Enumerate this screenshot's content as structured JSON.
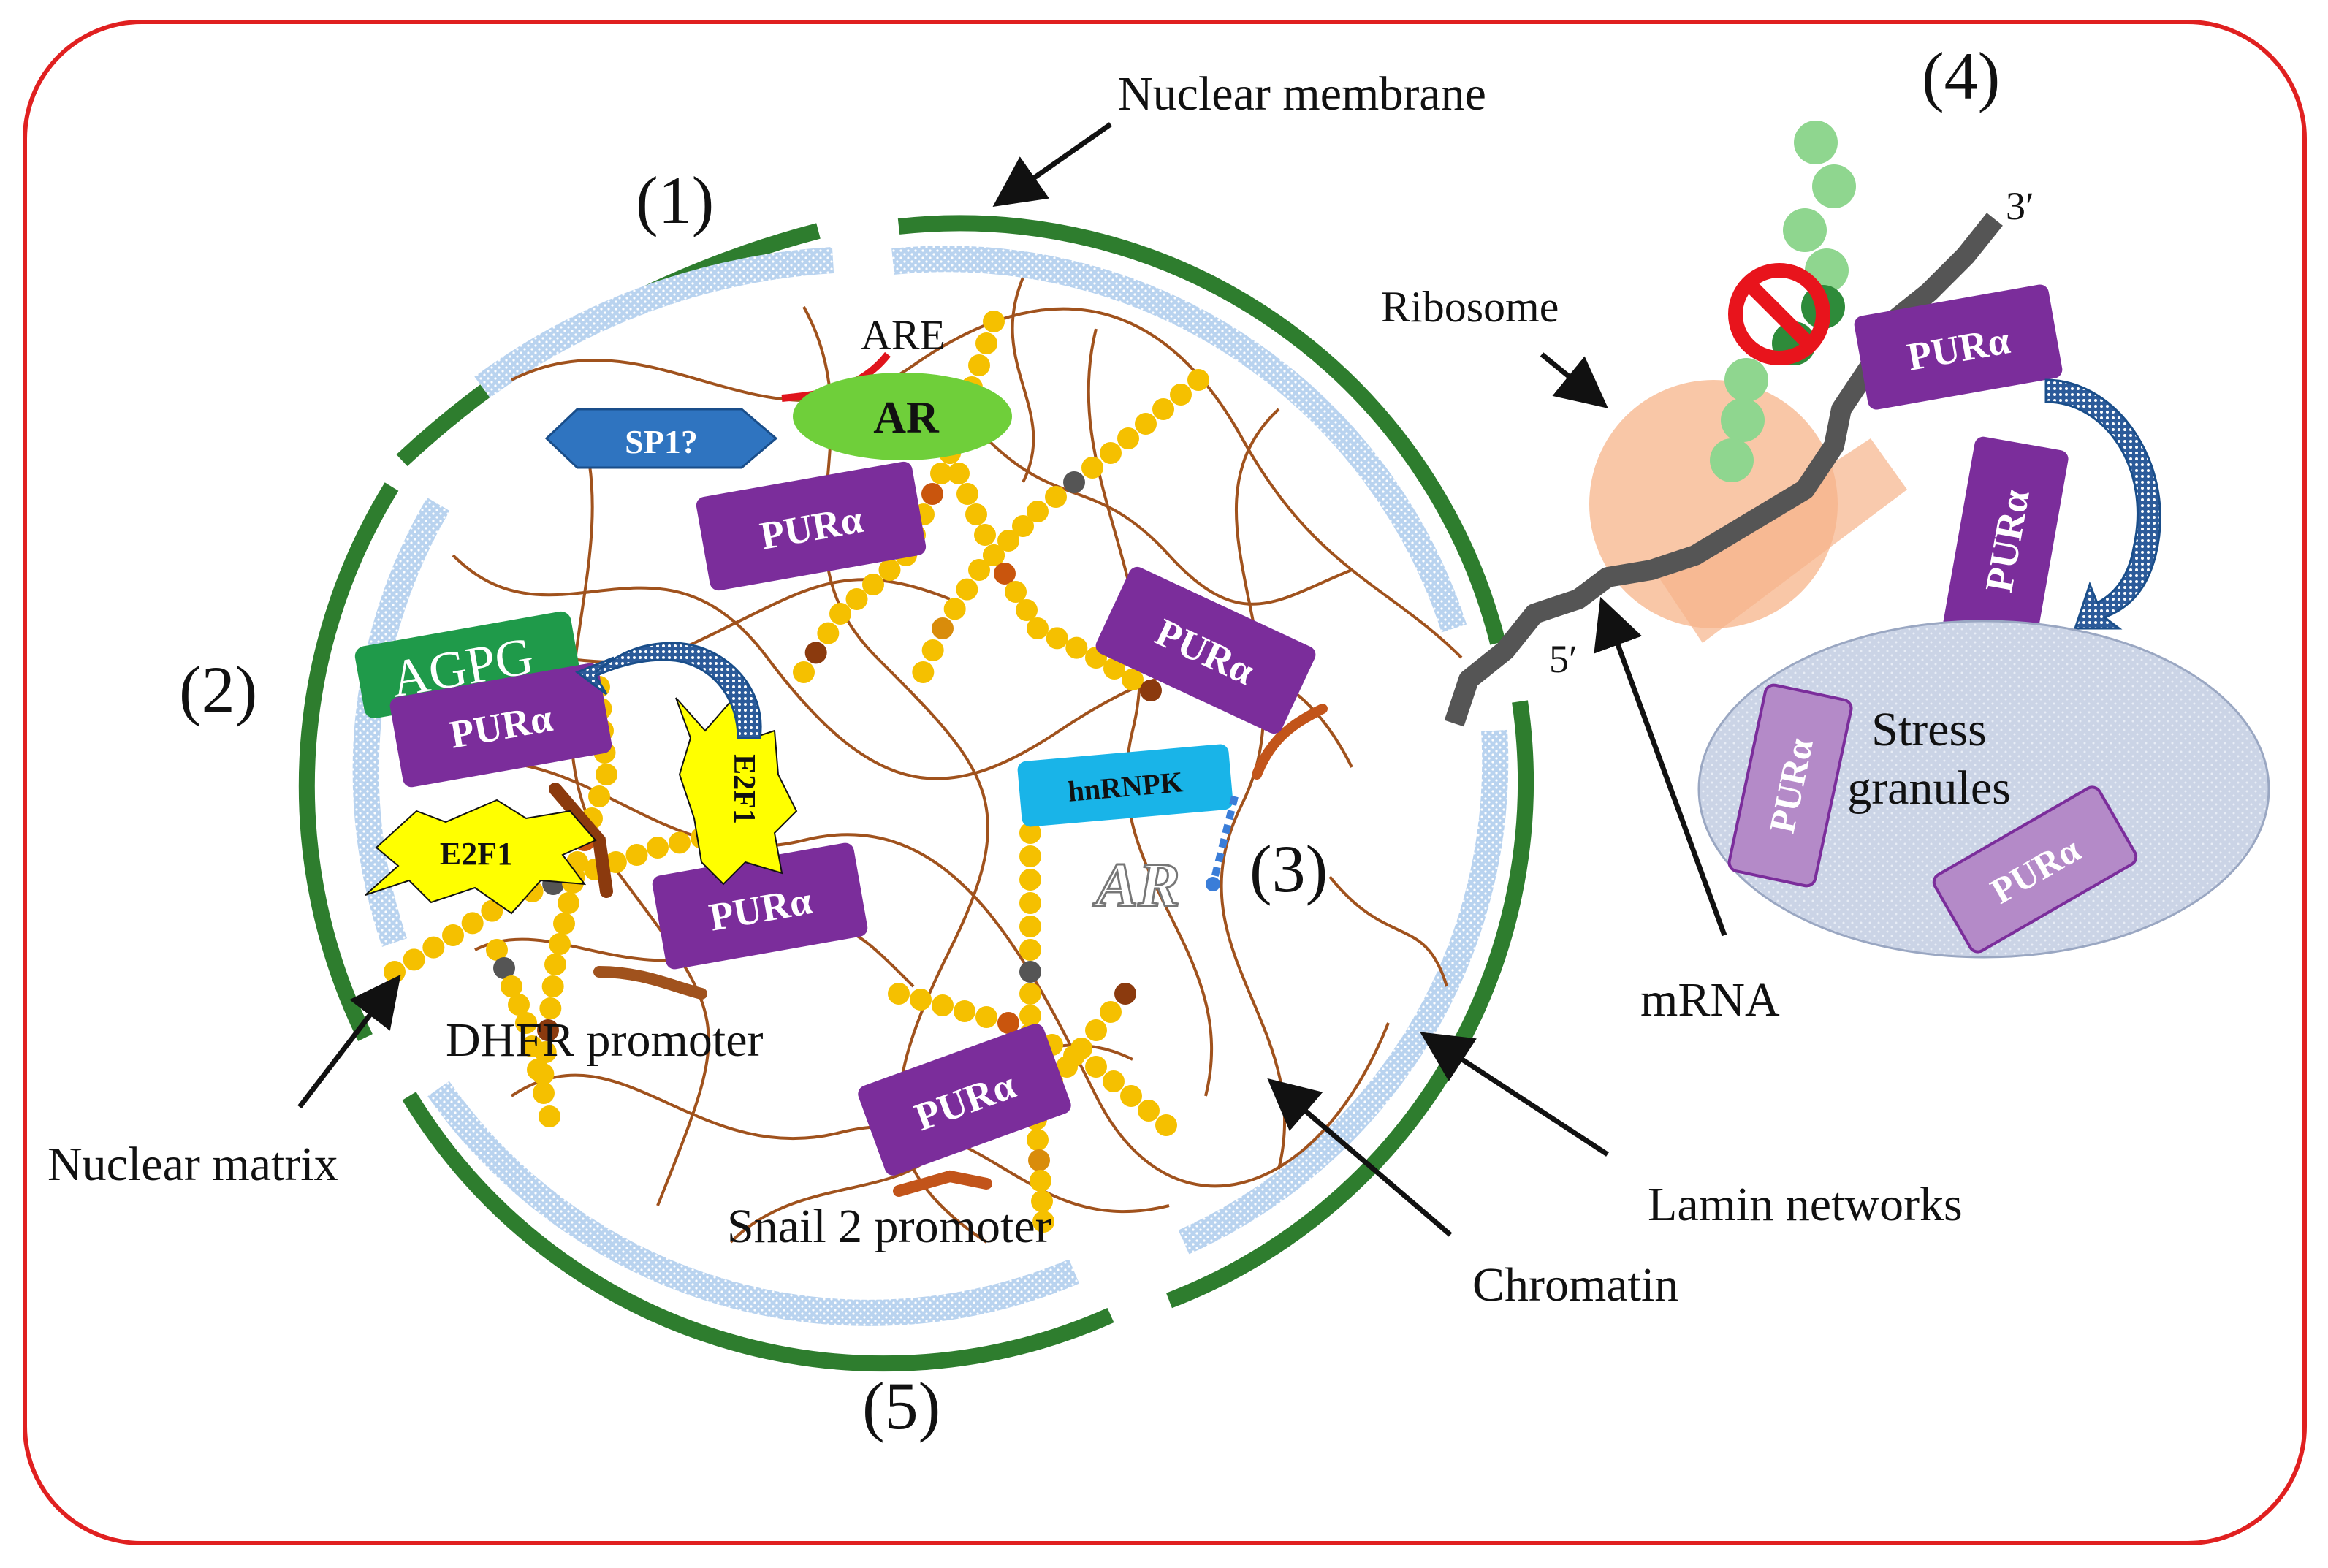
{
  "labels": {
    "region_1": "(1)",
    "region_2": "(2)",
    "region_3": "(3)",
    "region_4": "(4)",
    "region_5": "(5)",
    "nuclear_membrane": "Nuclear membrane",
    "ribosome": "Ribosome",
    "mrna": "mRNA",
    "five_prime": "5′",
    "three_prime": "3′",
    "stress_granules_line1": "Stress",
    "stress_granules_line2": "granules",
    "dhfr_promoter": "DHFR promoter",
    "nuclear_matrix": "Nuclear matrix",
    "snail2_promoter": "Snail 2 promoter",
    "lamin_networks": "Lamin networks",
    "chromatin": "Chromatin",
    "are": "ARE",
    "ar_gene": "AR"
  },
  "boxes": {
    "pur": "PURα",
    "ar": "AR",
    "sp1": "SP1?",
    "agpg": "AGPG",
    "e2f1": "E2F1",
    "hnrnpk": "hnRNPK"
  },
  "colors": {
    "frame": "#e02020",
    "membrane": "#2e7d2e",
    "lamin": "#a9c8e8",
    "pur": "#7b2d9b",
    "pur_faded": "#b48ac8",
    "ar": "#6fcf3a",
    "sp1": "#2f74c0",
    "agpg": "#1f9a4a",
    "e2f1": "#ffff00",
    "hnrnpk": "#19b4e8",
    "chromatin": "#a0521d",
    "matrix_bead": "#f5c000",
    "ribosome": "#f7b48a",
    "stress_granule": "#c9d3e6",
    "mrna": "#555555",
    "inhibit": "#e8141c"
  },
  "icons": [
    "inhibit-icon",
    "arrow-icon",
    "curved-arrow-icon"
  ]
}
